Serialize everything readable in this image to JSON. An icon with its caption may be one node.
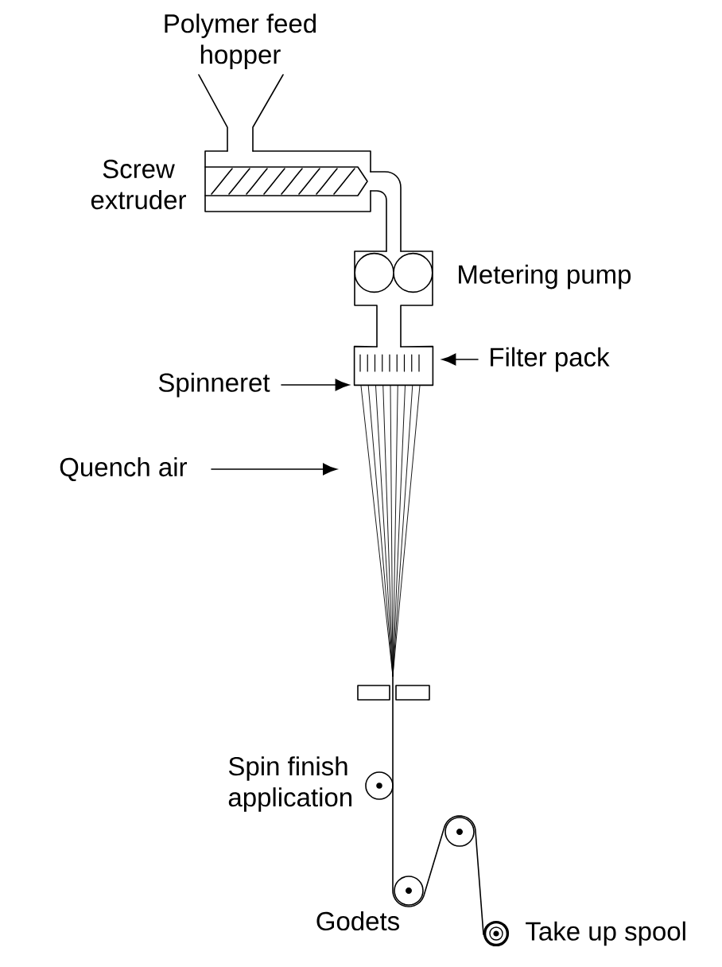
{
  "diagram": {
    "nodes": [
      {
        "text": [
          "Filter pack"
        ]
      },
      {
        "text": [
          "Spinneret"
        ]
      },
      {
        "text": [
          "Quench air"
        ]
      },
      {
        "text": [],
        "shape": "box"
      }
    ],
    "edges": [
      {
        "from": 0,
        "to": 3,
        "arrow": "to"
      },
      {
        "from": 1,
        "to": 3,
        "arrow": "to"
      },
      {
        "from": 2,
        "to": null,
        "arrow": "to"
      }
    ],
    "labels": [
      "Polymer feed hopper",
      "Screw extruder",
      "Metering pump",
      "Spin finish application",
      "Godets",
      "Take up spool"
    ]
  }
}
